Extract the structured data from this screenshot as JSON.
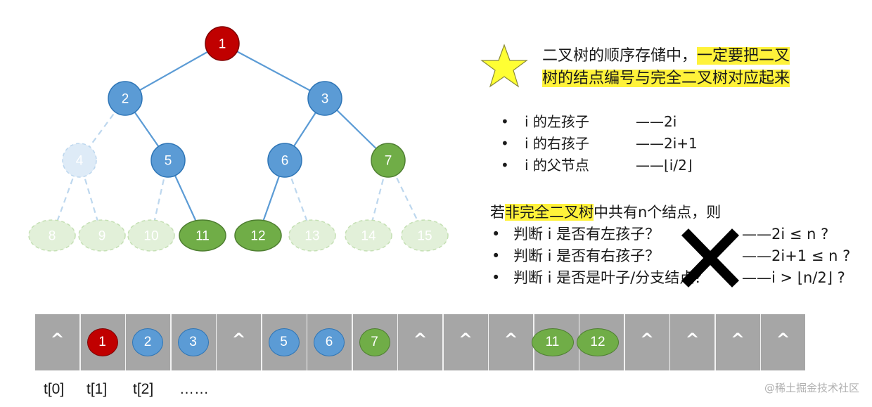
{
  "tree": {
    "nodes": [
      {
        "id": "1",
        "style": "red"
      },
      {
        "id": "2",
        "style": "blue"
      },
      {
        "id": "3",
        "style": "blue"
      },
      {
        "id": "4",
        "style": "blue-ghost"
      },
      {
        "id": "5",
        "style": "blue"
      },
      {
        "id": "6",
        "style": "blue"
      },
      {
        "id": "7",
        "style": "green"
      },
      {
        "id": "8",
        "style": "green-ghost"
      },
      {
        "id": "9",
        "style": "green-ghost"
      },
      {
        "id": "10",
        "style": "green-ghost"
      },
      {
        "id": "11",
        "style": "green"
      },
      {
        "id": "12",
        "style": "green"
      },
      {
        "id": "13",
        "style": "green-ghost"
      },
      {
        "id": "14",
        "style": "green-ghost"
      },
      {
        "id": "15",
        "style": "green-ghost"
      }
    ],
    "edges": [
      {
        "from": "1",
        "to": "2",
        "dashed": false
      },
      {
        "from": "1",
        "to": "3",
        "dashed": false
      },
      {
        "from": "2",
        "to": "4",
        "dashed": true
      },
      {
        "from": "2",
        "to": "5",
        "dashed": false
      },
      {
        "from": "3",
        "to": "6",
        "dashed": false
      },
      {
        "from": "3",
        "to": "7",
        "dashed": false
      },
      {
        "from": "4",
        "to": "8",
        "dashed": true
      },
      {
        "from": "4",
        "to": "9",
        "dashed": true
      },
      {
        "from": "5",
        "to": "10",
        "dashed": true
      },
      {
        "from": "5",
        "to": "11",
        "dashed": false
      },
      {
        "from": "6",
        "to": "12",
        "dashed": false
      },
      {
        "from": "6",
        "to": "13",
        "dashed": true
      },
      {
        "from": "7",
        "to": "14",
        "dashed": true
      },
      {
        "from": "7",
        "to": "15",
        "dashed": true
      }
    ]
  },
  "colors": {
    "red": "#c00000",
    "blue": "#5b9bd5",
    "green": "#70ad47",
    "highlight": "#fff23a",
    "star": "#ffff33",
    "cell": "#a6a6a6",
    "edge": "#5b9bd5"
  },
  "note": {
    "icon": "star-icon",
    "line1_plain": "二叉树的顺序存储中，",
    "line1_highlight": "一定要把二叉",
    "line2_highlight": "树的结点编号与完全二叉树对应起来"
  },
  "formulas": [
    {
      "label": "i 的左孩子",
      "value": "——2i"
    },
    {
      "label": "i 的右孩子",
      "value": "——2i+1"
    },
    {
      "label": "i 的父节点",
      "value": "——⌊i/2⌋"
    }
  ],
  "noncomplete": {
    "title_prefix": "若",
    "title_highlight": "非完全二叉树",
    "title_suffix": "中共有n个结点，则",
    "items": [
      {
        "label": "判断 i 是否有左孩子？",
        "value": "——2i ≤ n ?"
      },
      {
        "label": "判断 i 是否有右孩子？",
        "value": "——2i+1 ≤ n ?"
      },
      {
        "label": "判断 i 是否是叶子/分支结点？",
        "value": "——i > ⌊n/2⌋ ?"
      }
    ]
  },
  "array": {
    "cells": [
      {
        "text": "^",
        "style": "empty"
      },
      {
        "text": "1",
        "style": "red"
      },
      {
        "text": "2",
        "style": "blue"
      },
      {
        "text": "3",
        "style": "blue"
      },
      {
        "text": "^",
        "style": "empty"
      },
      {
        "text": "5",
        "style": "blue"
      },
      {
        "text": "6",
        "style": "blue"
      },
      {
        "text": "7",
        "style": "green"
      },
      {
        "text": "^",
        "style": "empty"
      },
      {
        "text": "^",
        "style": "empty"
      },
      {
        "text": "^",
        "style": "empty"
      },
      {
        "text": "11",
        "style": "green"
      },
      {
        "text": "12",
        "style": "green"
      },
      {
        "text": "^",
        "style": "empty"
      },
      {
        "text": "^",
        "style": "empty"
      },
      {
        "text": "^",
        "style": "empty"
      },
      {
        "text": "^",
        "style": "empty"
      }
    ]
  },
  "indices": {
    "t0": "t[0]",
    "t1": "t[1]",
    "t2": "t[2]",
    "more": "……"
  },
  "watermark": "@稀土掘金技术社区"
}
